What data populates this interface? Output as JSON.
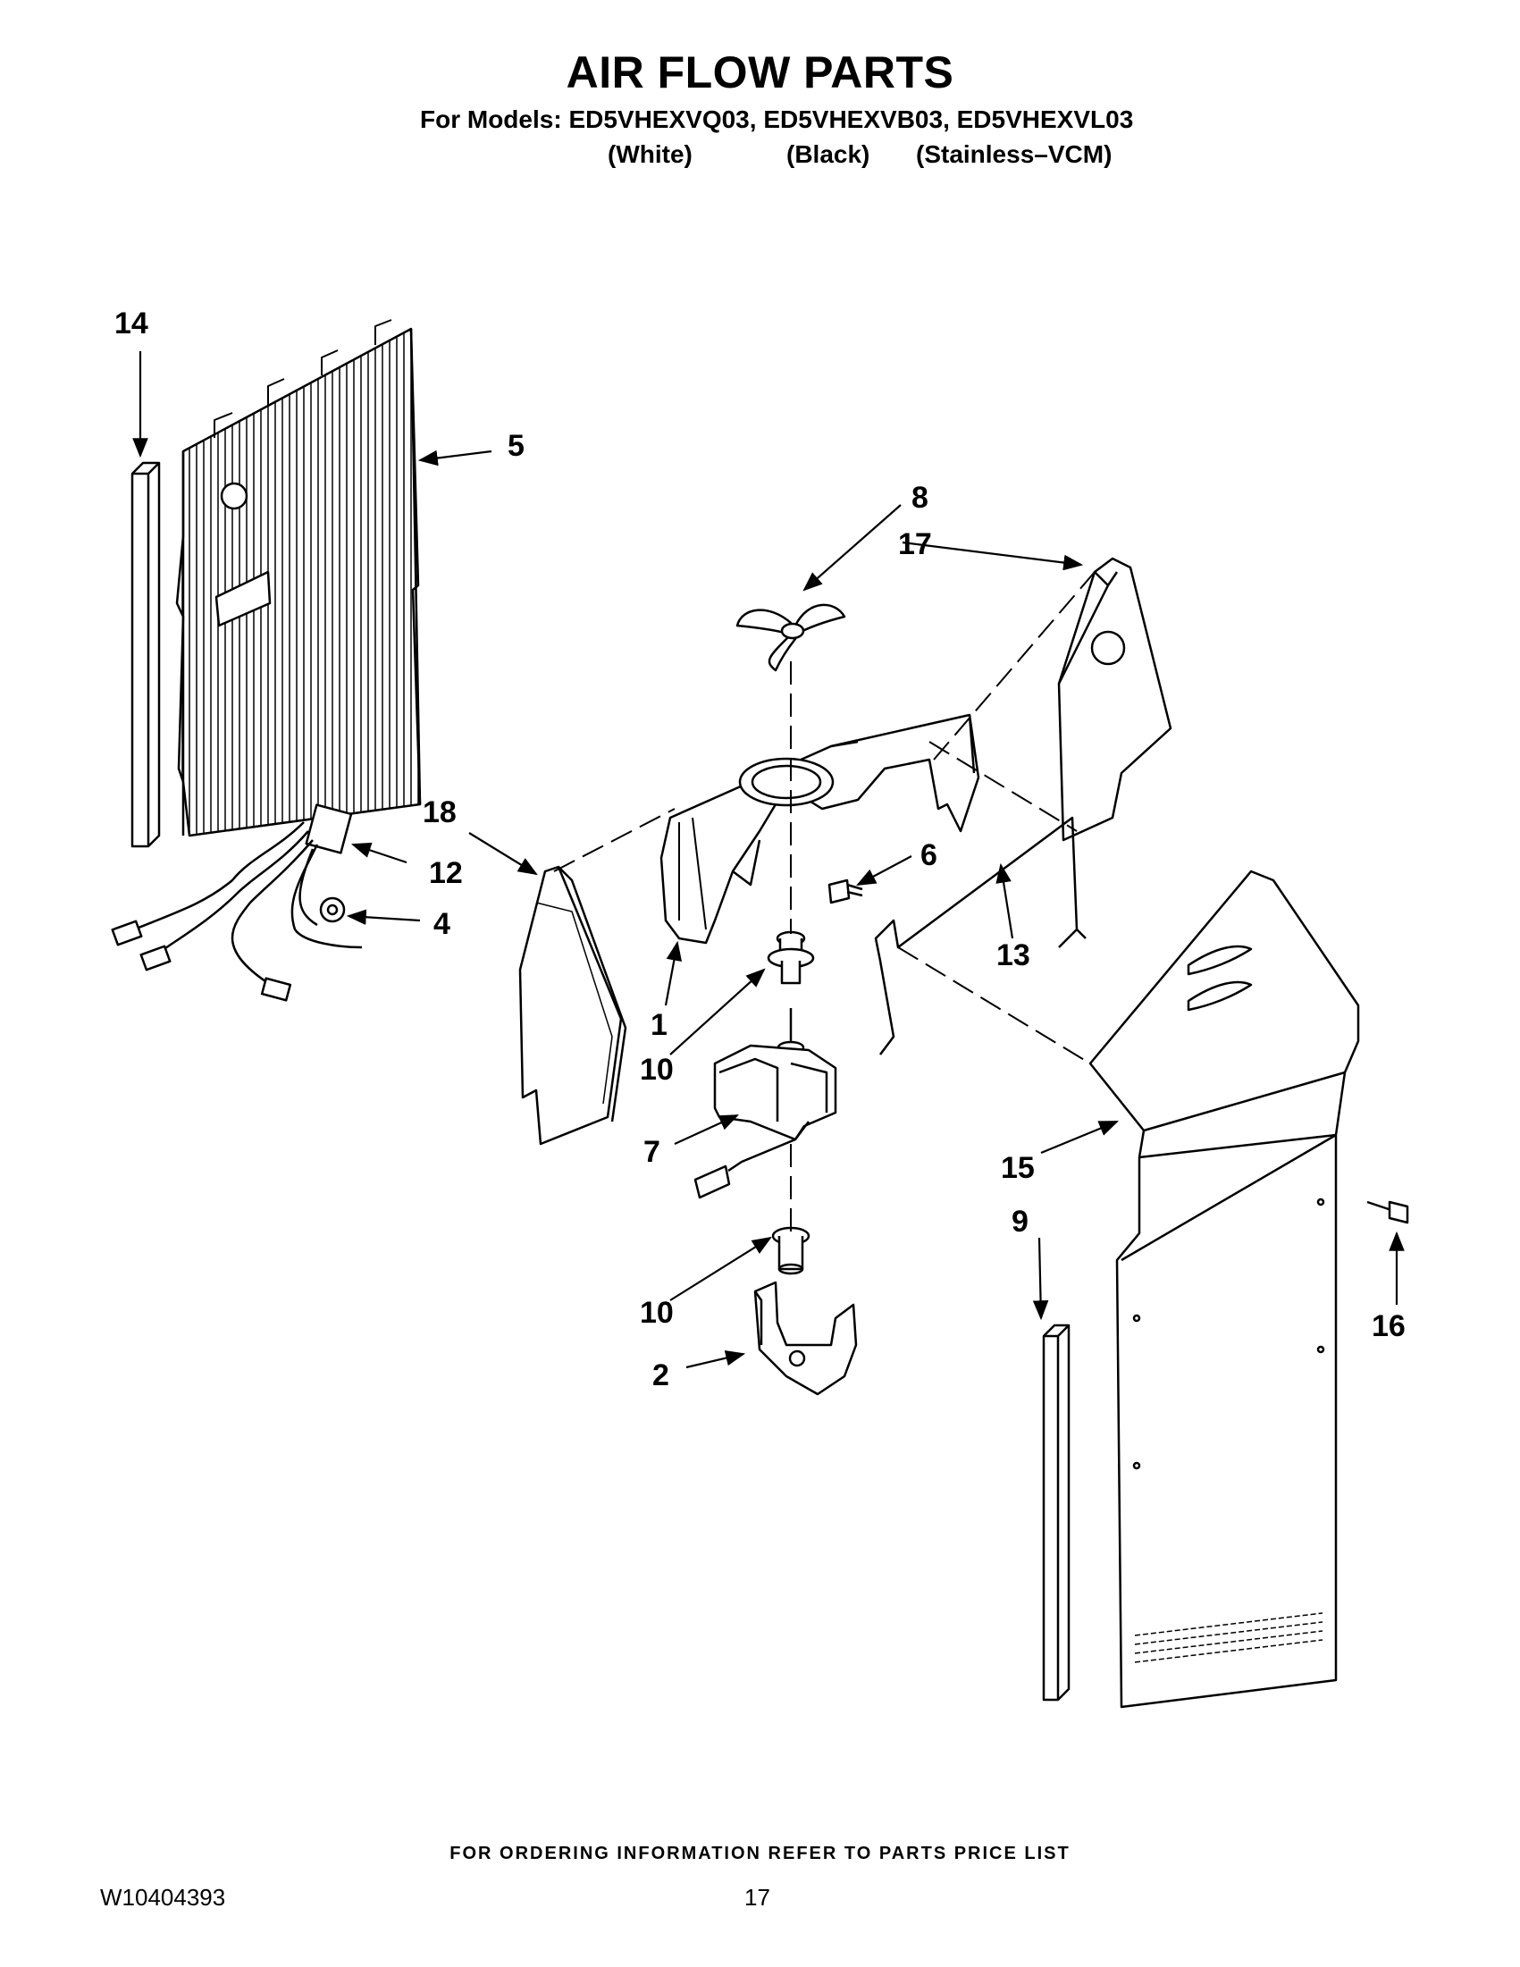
{
  "header": {
    "title": "AIR FLOW PARTS",
    "models_line": "For Models: ED5VHEXVQ03, ED5VHEXVB03, ED5VHEXVL03",
    "variants": [
      "(White)",
      "(Black)",
      "(Stainless–VCM)"
    ]
  },
  "callouts": {
    "c1": "1",
    "c2": "2",
    "c4": "4",
    "c5": "5",
    "c6": "6",
    "c7": "7",
    "c8": "8",
    "c9": "9",
    "c10a": "10",
    "c10b": "10",
    "c12": "12",
    "c13": "13",
    "c14": "14",
    "c15": "15",
    "c16": "16",
    "c17": "17",
    "c18": "18"
  },
  "footer": {
    "ordering_note": "FOR ORDERING INFORMATION REFER TO PARTS PRICE LIST",
    "document_number": "W10404393",
    "page_number": "17"
  }
}
